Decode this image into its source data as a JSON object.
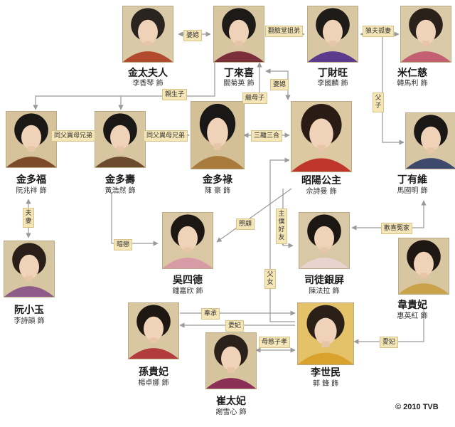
{
  "characters": {
    "jin_tai_fu_ren": {
      "name": "金太夫人",
      "actor": "李香琴 飾",
      "bg": "#d9c9a6",
      "hair": "#2a2420",
      "robe": "#b24a2e"
    },
    "ding_lai_xi": {
      "name": "丁來喜",
      "actor": "關菊英 飾",
      "bg": "#d7c6a0",
      "hair": "#1d1a18",
      "robe": "#7a2f3b"
    },
    "ding_cai_wang": {
      "name": "丁財旺",
      "actor": "李國麟 飾",
      "bg": "#d8c7a2",
      "hair": "#1e1b19",
      "robe": "#5c3a8c"
    },
    "mi_ren_ci": {
      "name": "米仁慈",
      "actor": "韓馬利 飾",
      "bg": "#dbcaa7",
      "hair": "#2b211b",
      "robe": "#c45f72"
    },
    "jin_duo_fu": {
      "name": "金多福",
      "actor": "阮兆祥 飾",
      "bg": "#d6c39b",
      "hair": "#1a1816",
      "robe": "#7d4a2a"
    },
    "jin_duo_shou": {
      "name": "金多壽",
      "actor": "黃浩然 飾",
      "bg": "#d8c6a0",
      "hair": "#1a1816",
      "robe": "#6b4a2e"
    },
    "jin_duo_lu": {
      "name": "金多祿",
      "actor": "陳 豪 飾",
      "bg": "#d4c096",
      "hair": "#1a1816",
      "robe": "#a87b3d"
    },
    "zhao_yang_gong_zhu": {
      "name": "昭陽公主",
      "actor": "佘詩曼 飾",
      "bg": "#dcc9a2",
      "hair": "#2a1b14",
      "robe": "#c0362c"
    },
    "ding_you_wei": {
      "name": "丁有維",
      "actor": "馬國明 飾",
      "bg": "#d8c7a3",
      "hair": "#1a1816",
      "robe": "#3d4a6b"
    },
    "wu_si_de": {
      "name": "吳四德",
      "actor": "鍾嘉欣 飾",
      "bg": "#dac8a4",
      "hair": "#1d1714",
      "robe": "#d89aa6"
    },
    "si_tu_yin_ping": {
      "name": "司徒銀屏",
      "actor": "陳法拉 飾",
      "bg": "#d9c8a5",
      "hair": "#1d1714",
      "robe": "#e8d3cf"
    },
    "ruan_xiao_yu": {
      "name": "阮小玉",
      "actor": "李詩韻 飾",
      "bg": "#d7c6a2",
      "hair": "#2a1f18",
      "robe": "#8f5c8a"
    },
    "wei_gui_fei": {
      "name": "韋貴妃",
      "actor": "惠英紅 飾",
      "bg": "#d8c6a1",
      "hair": "#1f1812",
      "robe": "#c9a24a"
    },
    "sun_gui_fei": {
      "name": "孫貴妃",
      "actor": "楊卓娜 飾",
      "bg": "#d9c7a2",
      "hair": "#1f1812",
      "robe": "#b23b3b"
    },
    "cui_tai_fei": {
      "name": "崔太妃",
      "actor": "謝雪心 飾",
      "bg": "#d6c49f",
      "hair": "#2a211a",
      "robe": "#8a2f55"
    },
    "li_shi_min": {
      "name": "李世民",
      "actor": "郭 鋒 飾",
      "bg": "#e3c26a",
      "hair": "#2a2018",
      "robe": "#d9a22c"
    }
  },
  "relations": {
    "po_xi": "婆媳",
    "fan_lian_tang_jie_di": "翻臉堂姐弟",
    "lang_fu_gu_qi": "狼夫孤妻",
    "qin_sheng_zi": "親生子",
    "ji_mu_zi": "繼母子",
    "po_xi_2": "婆媳",
    "fu_zi": "父子",
    "tong_fu_1": "同父異母兄弟",
    "tong_fu_2": "同父異母兄弟",
    "san_li_san_he": "三離三合",
    "fu_qi": "夫妻",
    "zhao_gu": "照顧",
    "zhu_pu_hao_you": "主僕好友",
    "huan_xi_yuan_jia": "歡喜冤家",
    "an_lian": "暗戀",
    "fu_nv": "父女",
    "feng_cheng": "奉承",
    "ai_fei_1": "愛妃",
    "ai_fei_2": "愛妃",
    "mu_ci_zi_xiao": "母慈子孝"
  },
  "copyright": "© 2010 TVB",
  "colors": {
    "line": "#9a9a9a",
    "label_bg": "#f5e6b8",
    "label_border": "#d8c389"
  }
}
